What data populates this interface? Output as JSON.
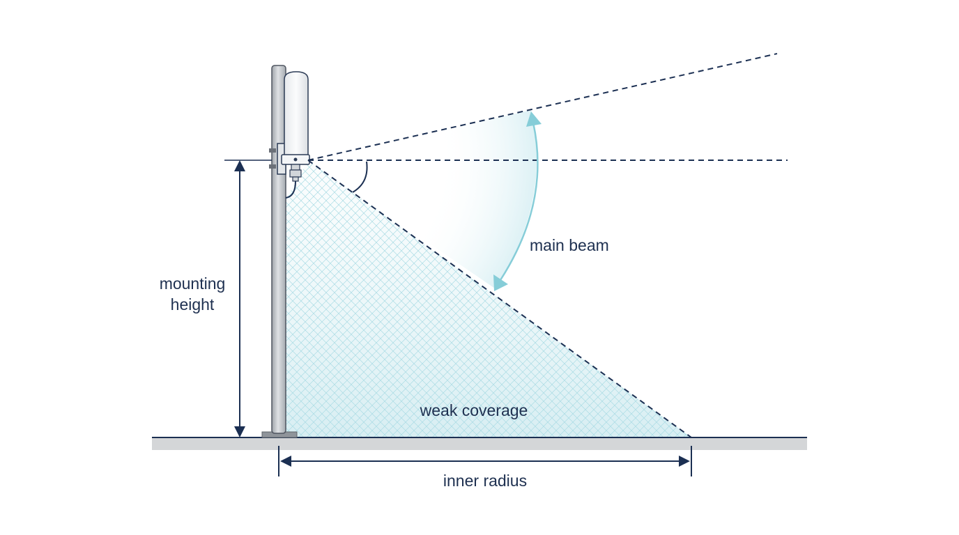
{
  "labels": {
    "mounting_height_line1": "mounting",
    "mounting_height_line2": "height",
    "main_beam": "main beam",
    "weak_coverage": "weak coverage",
    "inner_radius": "inner radius"
  },
  "colors": {
    "line": "#1b2f52",
    "accent": "#86cdd8",
    "coverage_fill": "#d9eef3",
    "ground": "#d4d6d8",
    "pole": "#b9bdc2",
    "antenna": "#f3f5f7"
  }
}
